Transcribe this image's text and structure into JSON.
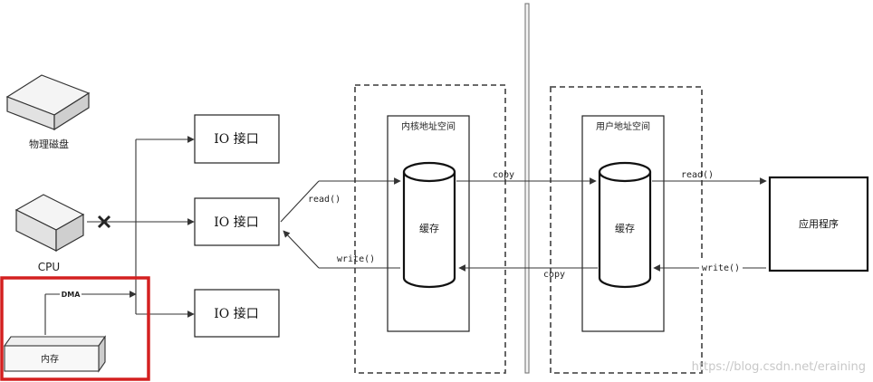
{
  "labels": {
    "disk": "物理磁盘",
    "cpu": "CPU",
    "memory": "内存",
    "dma": "DMA",
    "io_top": "IO 接口",
    "io_mid": "IO 接口",
    "io_bottom": "IO 接口",
    "kernel_space": "内核地址空间",
    "user_space": "用户地址空间",
    "kernel_cache": "缓存",
    "user_cache": "缓存",
    "app": "应用程序",
    "read_left": "read()",
    "write_left": "write()",
    "copy_top": "copy",
    "copy_bottom": "copy",
    "read_right": "read()",
    "write_right": "write()",
    "watermark": "https://blog.csdn.net/eraining"
  },
  "colors": {
    "line": "#333333",
    "box_border": "#222222",
    "highlight": "#d42020",
    "dashed": "#555555",
    "divider": "#777777",
    "watermark": "#c8c8c8"
  }
}
